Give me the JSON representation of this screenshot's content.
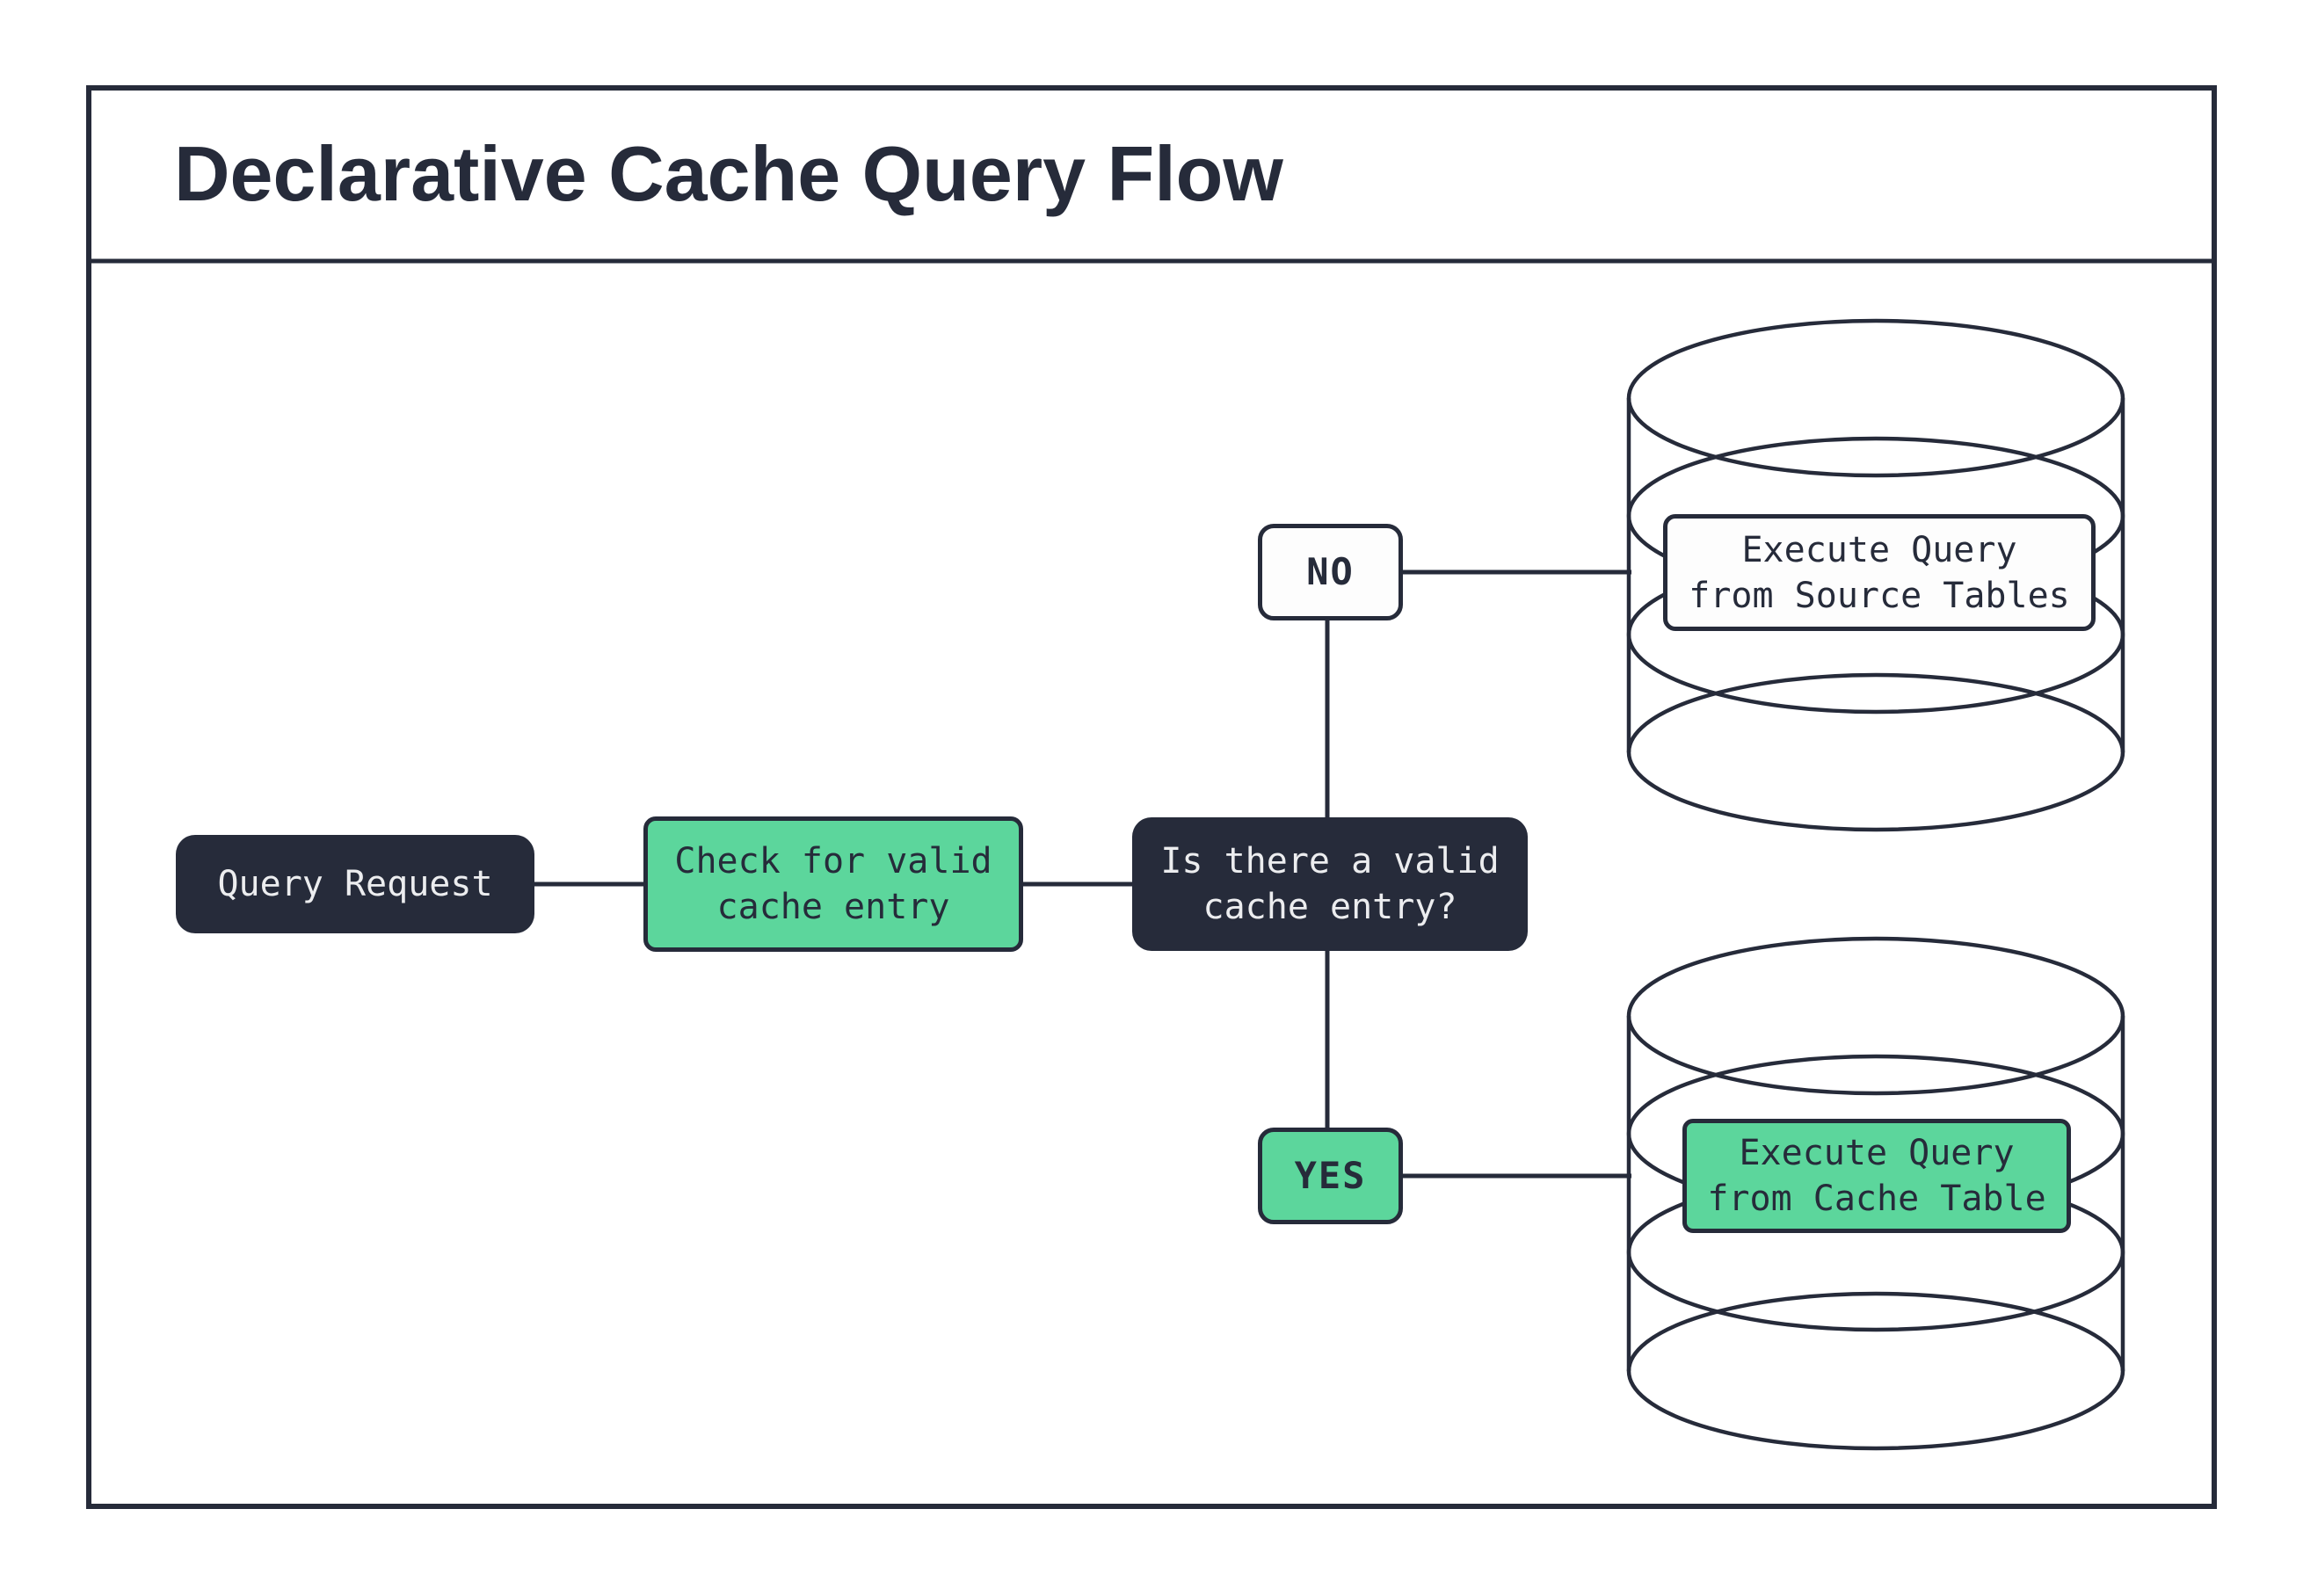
{
  "header": {
    "title": "Declarative Cache Query Flow"
  },
  "flow": {
    "query_request": {
      "label": "Query Request"
    },
    "check_cache": {
      "label": "Check for valid\ncache entry"
    },
    "decision": {
      "label": "Is there a valid\ncache entry?"
    },
    "branch_no": {
      "label": "NO"
    },
    "branch_yes": {
      "label": "YES"
    },
    "source_db": {
      "icon": "database-cylinder-icon",
      "label": "Execute Query\nfrom Source Tables"
    },
    "cache_db": {
      "icon": "database-cylinder-icon",
      "label": "Execute Query\nfrom Cache Table"
    }
  },
  "colors": {
    "navy": "#262B3A",
    "green": "#5CD69C",
    "box-white": "#FDFDFD",
    "text-light": "#ECEDEF",
    "background": "#FFFFFF"
  }
}
